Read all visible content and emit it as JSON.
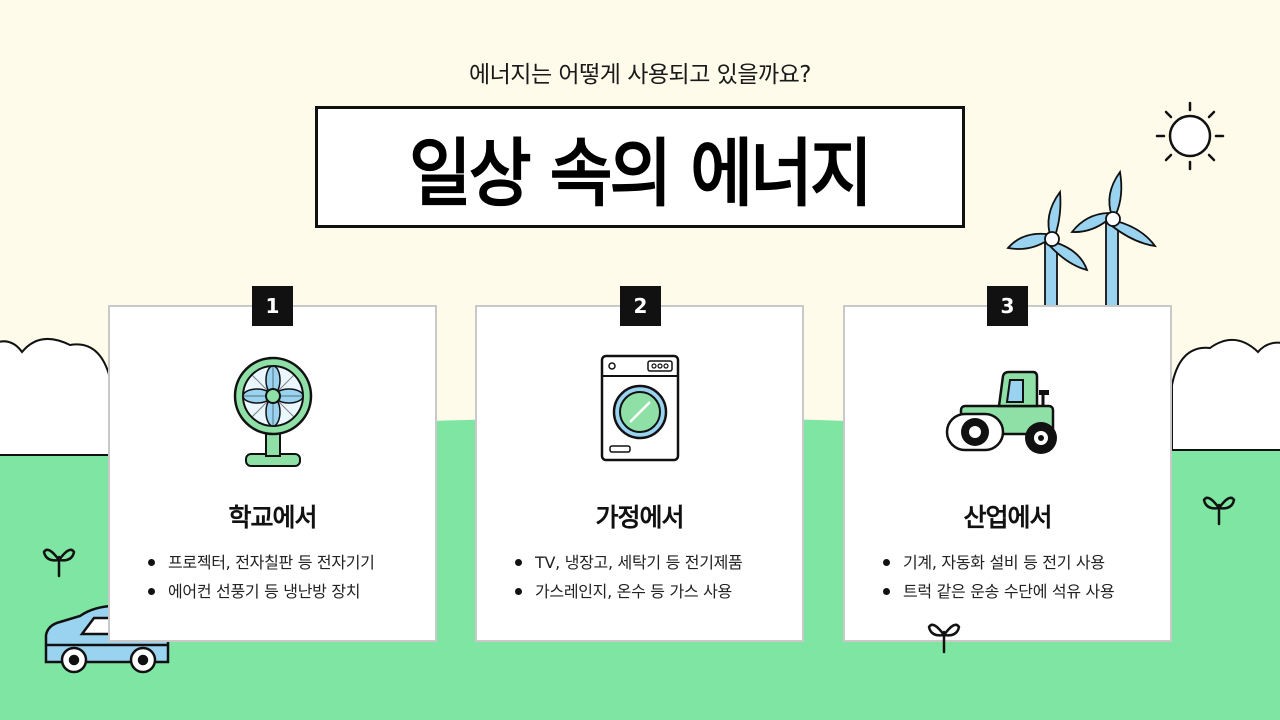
{
  "header": {
    "subtitle": "에너지는 어떻게 사용되고 있을까요?",
    "title": "일상 속의 에너지"
  },
  "cards": [
    {
      "number": "1",
      "icon": "fan-icon",
      "heading": "학교에서",
      "items": [
        "프로젝터, 전자칠판 등 전자기기",
        "에어컨 선풍기 등 냉난방 장치"
      ]
    },
    {
      "number": "2",
      "icon": "washing-machine-icon",
      "heading": "가정에서",
      "items": [
        "TV, 냉장고, 세탁기 등 전기제품",
        "가스레인지, 온수 등 가스 사용"
      ]
    },
    {
      "number": "3",
      "icon": "road-roller-icon",
      "heading": "산업에서",
      "items": [
        "기계, 자동화 설비 등 전기 사용",
        "트럭 같은 운송 수단에 석유 사용"
      ]
    }
  ],
  "decorations": {
    "icons": [
      "sun-icon",
      "wind-turbine-icon",
      "cloud-icon",
      "sprout-icon",
      "car-icon"
    ]
  },
  "colors": {
    "background": "#fefbea",
    "ground": "#7ee6a2",
    "accent_green": "#8ee0a6",
    "accent_blue": "#9ad3f0",
    "ink": "#111111"
  }
}
